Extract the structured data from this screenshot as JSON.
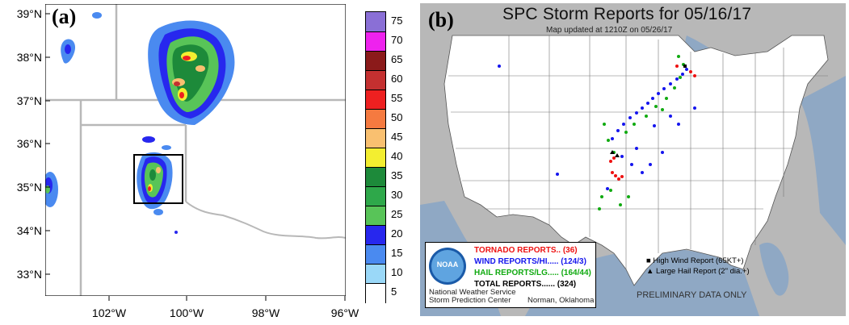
{
  "panel_a": {
    "label": "(a)",
    "lat_labels": [
      "39°N",
      "38°N",
      "37°N",
      "36°N",
      "35°N",
      "34°N",
      "33°N"
    ],
    "lon_labels": [
      "102°W",
      "100°W",
      "98°W",
      "96°W"
    ],
    "colorbar": {
      "levels": [
        "75",
        "70",
        "65",
        "60",
        "55",
        "50",
        "45",
        "40",
        "35",
        "30",
        "25",
        "20",
        "15",
        "10",
        "5"
      ],
      "colors": [
        "#8a6fd6",
        "#ee22ee",
        "#8b1a1a",
        "#c43030",
        "#ee2020",
        "#f57a40",
        "#f9c070",
        "#f3ee30",
        "#1d8a3a",
        "#2ea84a",
        "#58c458",
        "#2727ee",
        "#4a8af0",
        "#9ad8f8",
        "#ffffff"
      ]
    }
  },
  "panel_b": {
    "label": "(b)",
    "title": "SPC Storm Reports for 05/16/17",
    "subtitle": "Map updated at 1210Z on 05/26/17",
    "legend": {
      "tornado": "TORNADO REPORTS.. (36)",
      "wind": "WIND REPORTS/HI..... (124/3)",
      "hail": "HAIL REPORTS/LG..... (164/44)",
      "total": "TOTAL REPORTS...... (324)",
      "org1": "National Weather Service",
      "org2": "Storm Prediction Center",
      "city": "Norman, Oklahoma",
      "noaa": "NOAA"
    },
    "symbols": {
      "high_wind": "High Wind Report (65KT+)",
      "large_hail": "Large Hail Report (2\" dia.+)"
    },
    "footer": "PRELIMINARY DATA ONLY",
    "colors": {
      "tornado": "#ee1111",
      "wind": "#1515ee",
      "hail": "#11aa11",
      "land": "#ffffff",
      "water": "#8fa8c4",
      "foreign": "#b8b8b8"
    }
  }
}
